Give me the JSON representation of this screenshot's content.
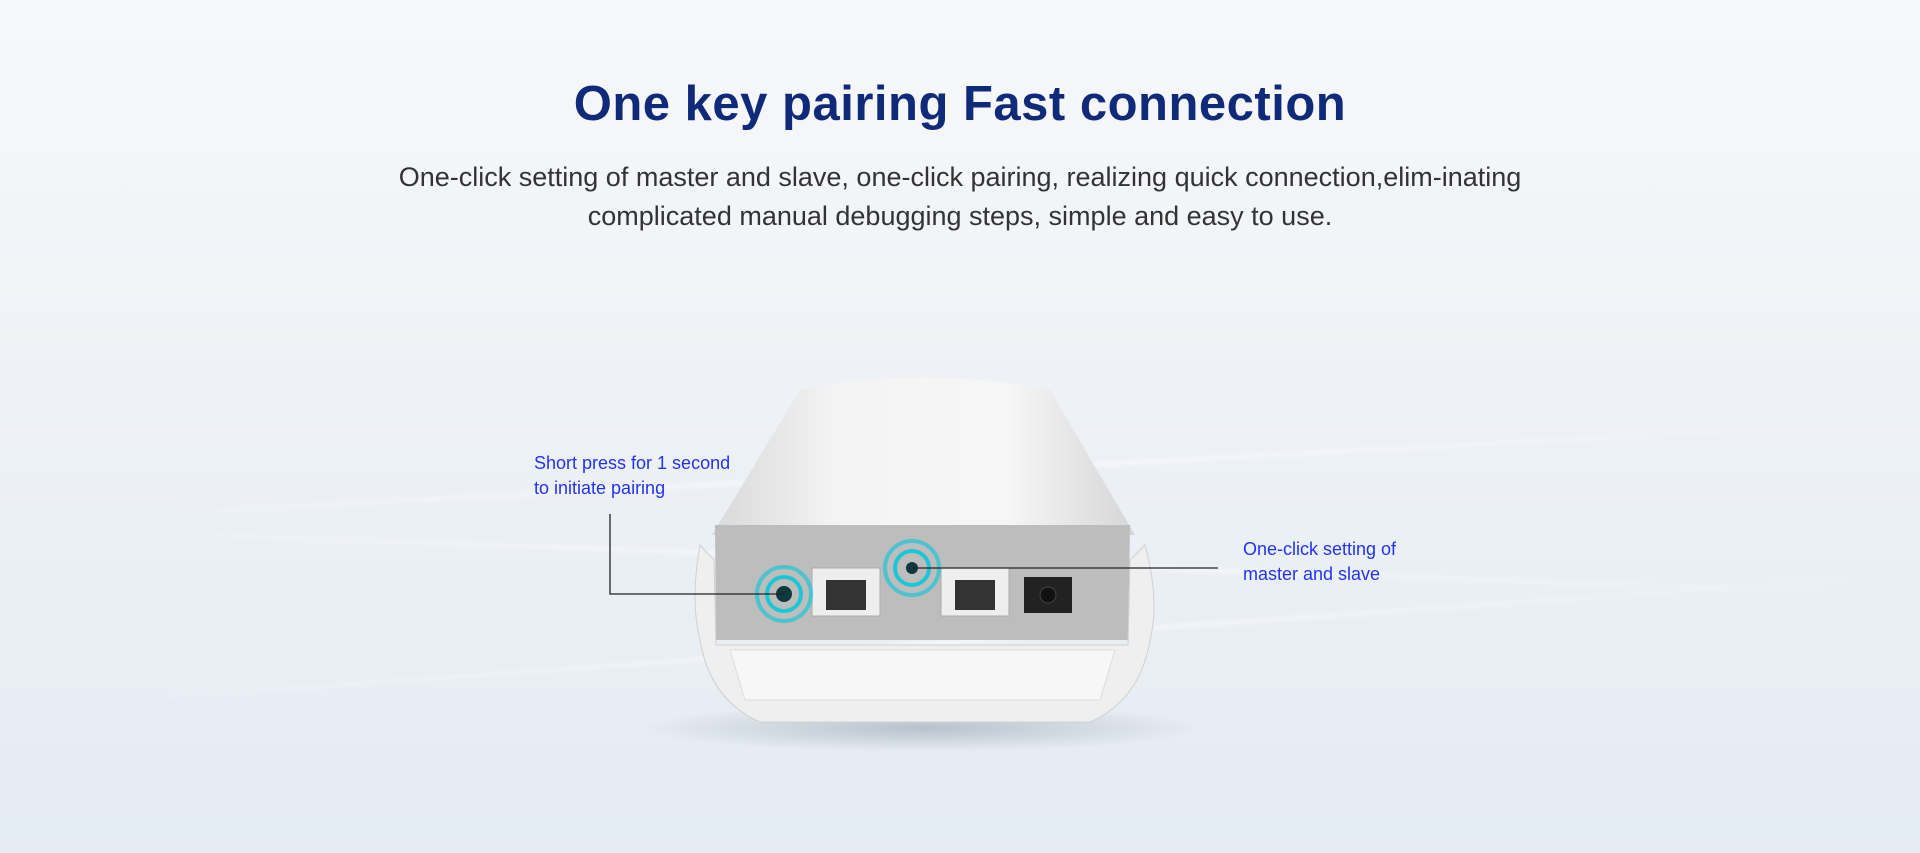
{
  "title": "One key pairing Fast connection",
  "subtitle": "One-click setting of master and slave, one-click pairing, realizing quick connection,elim-inating complicated manual debugging steps, simple and easy to use.",
  "callouts": {
    "pairing_line1": "Short press for 1 second",
    "pairing_line2": "to initiate pairing",
    "master_line1": "One-click setting of",
    "master_line2": "master and slave"
  },
  "colors": {
    "title": "#102a7a",
    "callout": "#2233ee",
    "ring": "#1cc6d4"
  }
}
